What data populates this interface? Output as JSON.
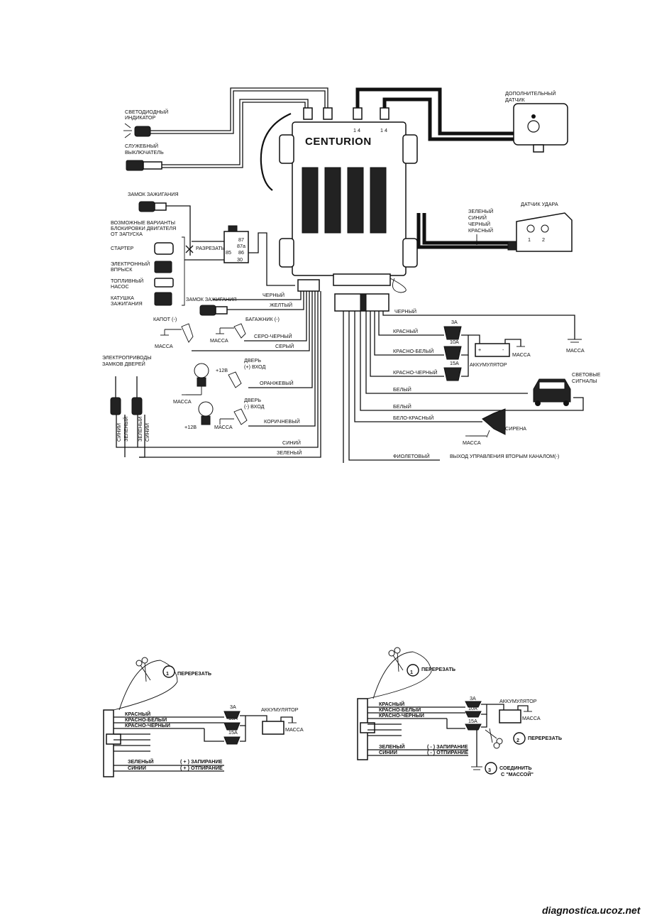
{
  "main": {
    "brand": "CENTURION",
    "connector_pins": [
      "1 4",
      "1 4"
    ],
    "led_indicator": [
      "СВЕТОДИОДНЫЙ",
      "ИНДИКАТОР"
    ],
    "service_switch": [
      "СЛУЖЕБНЫЙ",
      "ВЫКЛЮЧАТЕЛЬ"
    ],
    "extra_sensor": [
      "ДОПОЛНИТЕЛЬНЫЙ",
      "ДАТЧИК"
    ],
    "shock_sensor": "ДАТЧИК УДАРА",
    "shock_wires": [
      "ЗЕЛЕНЫЙ",
      "СИНИЙ",
      "ЧЕРНЫЙ",
      "КРАСНЫЙ"
    ],
    "shock_pins": [
      "1",
      "2"
    ],
    "ignition_lock_1": "ЗАМОК ЗАЖИГАНИЯ",
    "block_options": [
      "ВОЗМОЖНЫЕ ВАРИАНТЫ",
      "БЛОКИРОВКИ ДВИГАТЕЛЯ",
      "ОТ ЗАПУСКА"
    ],
    "starter": "СТАРТЕР",
    "injection": [
      "ЭЛЕКТРОННЫЙ",
      "ВПРЫСК"
    ],
    "fuel_pump": [
      "ТОПЛИВНЫЙ",
      "НАСОС"
    ],
    "coil": [
      "КАТУШКА",
      "ЗАЖИГАНИЯ"
    ],
    "cut": "РАЗРЕЗАТЬ",
    "relay_pins": [
      "87",
      "87a",
      "85",
      "86",
      "30"
    ],
    "hood": "КАПОТ (-)",
    "ignition_lock_2": "ЗАМОК ЗАЖИГАНИЯ",
    "trunk": "БАГАЖНИК (-)",
    "mass": "МАССА",
    "door_locks": [
      "ЭЛЕКТРОПРИВОДЫ",
      "ЗАМКОВ ДВЕРЕЙ"
    ],
    "door_plus": [
      "ДВЕРЬ",
      "(+) ВХОД"
    ],
    "door_minus": [
      "ДВЕРЬ",
      "(-) ВХОД"
    ],
    "plus12": "+12В",
    "lock_wires": [
      "СИНИЙ",
      "ЗЕЛЕНЫЙ",
      "ЗЕЛЕНЫЙ",
      "СИНИЙ"
    ],
    "left_wires": {
      "black": "ЧЕРНЫЙ",
      "yellow": "ЖЕЛТЫЙ",
      "grey_black": "СЕРО-ЧЕРНЫЙ",
      "grey": "СЕРЫЙ",
      "orange": "ОРАНЖЕВЫЙ",
      "brown": "КОРИЧНЕВЫЙ",
      "blue": "СИНИЙ",
      "green": "ЗЕЛЕНЫЙ"
    },
    "right_wires": {
      "black": "ЧЕРНЫЙ",
      "red": "КРАСНЫЙ",
      "red_white": "КРАСНО-БЕЛЫЙ",
      "red_black": "КРАСНО-ЧЕРНЫЙ",
      "white1": "БЕЛЫЙ",
      "white2": "БЕЛЫЙ",
      "white_red": "БЕЛО-КРАСНЫЙ",
      "violet": "ФИОЛЕТОВЫЙ"
    },
    "fuses": [
      "3A",
      "10A",
      "15A"
    ],
    "battery": "АККУМУЛЯТОР",
    "light_signals": [
      "СВЕТОВЫЕ",
      "СИГНАЛЫ"
    ],
    "siren": "СИРЕНА",
    "second_channel": "ВЫХОД УПРАВЛЕНИЯ ВТОРЫМ КАНАЛОМ(-)"
  },
  "small_left": {
    "cut": "ПЕРЕРЕЗАТЬ",
    "step": "1",
    "wires": [
      "КРАСНЫЙ",
      "КРАСНО-БЕЛЫЙ",
      "КРАСНО-ЧЕРНЫЙ"
    ],
    "fuses": [
      "3A",
      "10A",
      "15A"
    ],
    "battery": "АККУМУЛЯТОР",
    "mass": "МАССА",
    "green": "ЗЕЛЕНЫЙ",
    "blue": "СИНИЙ",
    "lock": "( + ) ЗАПИРАНИЕ",
    "unlock": "( + ) ОТПИРАНИЕ"
  },
  "small_right": {
    "cut": "ПЕРЕРЕЗАТЬ",
    "step1": "1",
    "step2": "2",
    "step3": "3",
    "cut2": "ПЕРЕРЕЗАТЬ",
    "connect": [
      "СОЕДИНИТЬ",
      "С \"МАССОЙ\""
    ],
    "wires": [
      "КРАСНЫЙ",
      "КРАСНО-БЕЛЫЙ",
      "КРАСНО-ЧЕРНЫЙ"
    ],
    "fuses": [
      "3A",
      "10A",
      "15A"
    ],
    "battery": "АККУМУЛЯТОР",
    "mass": "МАССА",
    "green": "ЗЕЛЕНЫЙ",
    "blue": "СИНИЙ",
    "lock": "( - ) ЗАПИРАНИЕ",
    "unlock": "( - ) ОТПИРАНИЕ"
  },
  "footer": "diagnostica.ucoz.net"
}
